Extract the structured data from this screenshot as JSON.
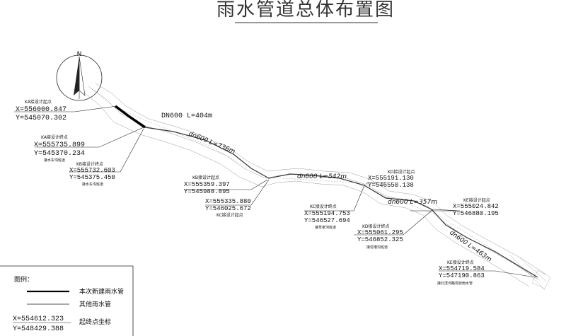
{
  "title": "雨水管道总体布置图",
  "north": "N",
  "main_pipe_label": "DN600  L=404m",
  "segments": [
    "dn600 L=736m",
    "dn600 L=542m",
    "dn600 L=357m",
    "dn600 L=463m"
  ],
  "points": [
    {
      "name": "KA接设计起点",
      "x": "X=556000.847",
      "y": "Y=545070.302",
      "note": ""
    },
    {
      "name": "KA接设计终点",
      "x": "X=555735.899",
      "y": "Y=545370.234",
      "note": "接水车沟班道"
    },
    {
      "name": "KB接设计终点",
      "x": "X=555732.603",
      "y": "Y=545375.450",
      "note": "接水车沟班道"
    },
    {
      "name": "KB接设计起点",
      "x": "X=555359.397",
      "y": "Y=545988.895",
      "note": ""
    },
    {
      "name": "KC接设计起点",
      "x": "X=555335.880",
      "y": "Y=546025.672",
      "note": ""
    },
    {
      "name": "KD接设计起点",
      "x": "X=555191.130",
      "y": "Y=546550.138",
      "note": ""
    },
    {
      "name": "KC接设计终点",
      "x": "X=555194.753",
      "y": "Y=546527.694",
      "note": "接草家沟班道"
    },
    {
      "name": "KE接设计起点",
      "x": "X=555024.842",
      "y": "Y=546880.195",
      "note": ""
    },
    {
      "name": "KD接设计终点",
      "x": "X=555061.295",
      "y": "Y=546852.325",
      "note": "接涝港沟班道"
    },
    {
      "name": "KE接设计终点",
      "x": "X=554719.584",
      "y": "Y=547190.863",
      "note": "接北滨河路现状雨水管"
    }
  ],
  "legend": {
    "title": "图例：",
    "items": [
      "本次新建雨水管",
      "其他雨水管"
    ],
    "coord_x": "X=554612.323",
    "coord_y": "Y=548429.388",
    "coord_label": "起终点坐标"
  }
}
